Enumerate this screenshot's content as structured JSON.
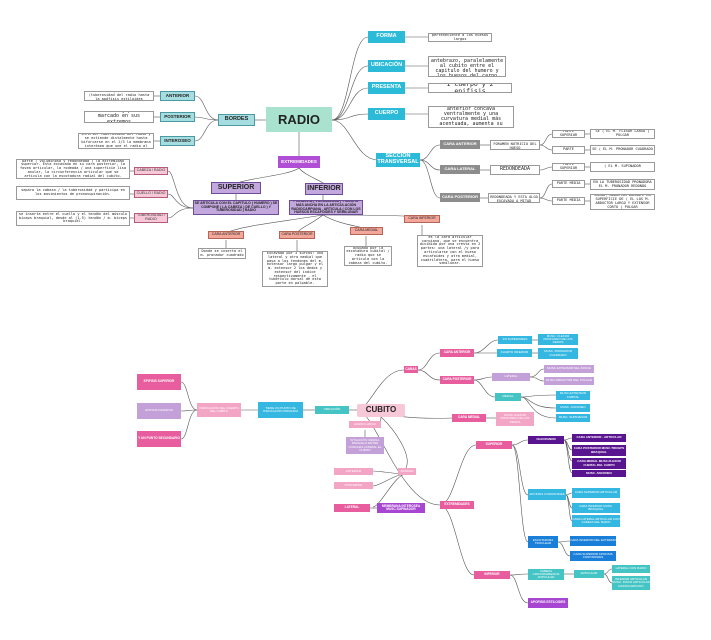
{
  "radio": {
    "title": "RADIO",
    "bordes": "BORDES",
    "anterior": "ANTERIOR",
    "posterior": "POSTERIOR",
    "interoseo": "INTEROSEO",
    "anterior_desc": "desde la parte inferior (tuberosidad del radio hasta la apófisis estiloides",
    "posterior_desc": "Es romo y poco marcado en sus extremos",
    "interoseo_desc": "cortante, nace en la parte inferior tuberosidad del radio y se extiende distalmente hasta bifurcarse en el 1/3 la membrana interósea que une el radio al cúbito",
    "forma": "FORMA",
    "forma_desc": "perteneciente a los huesos largos",
    "ubicacion": "UBICACIÓN",
    "ubicacion_desc": "parte lateral del antebrazo, paralelamente al cubito entre el capitulo del humero y los huesos del carpo",
    "presenta": "PRESENTA",
    "presenta_desc": "1 cuerpo y 2 epifisis",
    "cuerpo": "CUERPO",
    "cuerpo_desc": "presenta una curvatura anterior cóncava ventralmente y una curvatura medial más acentuada, aumenta su dimensión distalmente.",
    "seccion": "SECCIÓN TRANSVERSAL",
    "cara_anterior": "CARA ANTERIOR",
    "cara_lateral": "CARA LATERAL",
    "cara_posterior": "CARA POSTERIOR",
    "ant_desc": "PLANA PRESENTA EL FORAMEN NUTRICIO DEL HUESO",
    "lat_desc": "REDONDEADA",
    "post_desc": "PARTE SUPERIOR REDONDEADA Y ESTA ALGO EXCAVADA A MITAD",
    "parte_superior_1": "PARTE SUPERIOR",
    "parte_1": "PARTE",
    "ps1_desc": "SE ( EL M. FLEXOR LARGO ) PULGAR",
    "p1_desc": "SE ( EL M. PRONADOR CUADRADO",
    "parte_superior_2": "PARTE SUPERIOR",
    "ps2_desc": "( EL M. SUPINADOR",
    "parte_media_1": "PARTE MEDIA",
    "pm1_desc": "EN LA TUBEROSIDAD PRONADORA EL M. PRONADOR REDONDO",
    "parte_media_2": "PARTE MEDIA",
    "pm2_desc": "LARGO, ABDUCTOR DURANTE LA SUPERFICIE DE ( EL LOS M. ABDUCTOR LARGO Y EXTENSOR CORTO ) PULGAR",
    "extremidades": "EXTREMIDADES",
    "superior": "SUPERIOR",
    "inferior": "INFERIOR",
    "superior_desc": "SE ARTICULA CON EL CAPITULO ( HUMERO ) SE COMPONE ( LA CABEZA ) DE CUELLO ) Y TUBEROSIDAD ) RADIO",
    "inferior_desc": "PRESENTA ( VOLUMINOSA ) Y MUCHO MÁS ANCHA EN LA ARTICULACIÓN RADIOCARPIANA , ARTICULA ( CON LOS HUESOS ESCAFOIDES Y SEMILUNAR",
    "cabeza": "CABEZA / RADIO",
    "cuello": "CUELLO / RADIO",
    "tuberosidad": "TUBEROSIDAD / RADIO",
    "cabeza_desc": "parte ( voluminosa y redondeada ) la extremidad superior. Esta excavada en su cara posterior, la fovea articular, la rodeada / una superficie lisa anular, la circunferencia articular que se articula con la escotadura radial del cubito.",
    "cuello_desc": "separa la cabeza / la tuberosidad y participa en los movimientos de pronosupinación.",
    "tuberosidad_desc": "se inserta entre el cuello y el tendón del músculo bíceps braquial, desde al (1.5) tendón / m. bíceps braquial.",
    "ci_anterior": "CARA ANTERIOR",
    "ci_posterior": "CARA POSTERIOR",
    "ci_medial": "CARA MEDIAL",
    "ci_inferior": "CARA INFERIOR",
    "ci_anterior_desc": "Donde se inserta  el m. pronador cuadrado",
    "ci_posterior_desc": "Excavado por 3 surcos: uno lateral y otro medial que pasa a los tendones del m. extensor largo pulgar y el m. extensor 2 los dedos y extensor del índice respectivamente , el tubérculo dorsal de esta parte en palpable.",
    "ci_medial_desc": "ocupado por la escotadura cubital / radio que se articula con la cabeza del cubito.",
    "ci_inferior_desc": "es la cara articular carpiana, que se encuentra dividida por una cresta en 2 partes: una lateral /y para articularse con el hueso escafoides y otra medial, cuadrilátera, para el hueso semilunar."
  },
  "cubito": {
    "title": "CUBITO",
    "ubicacion": "UBICACIÓN",
    "ubic_desc": "TIENE UN PUNTO DE OSIFICACIÓN PRIMARIO",
    "ubic_sub": "OSIFICACIÓN DEL CUERPO DEL CUBITO",
    "epi_sup": "EPIFISIS SUPERIOR",
    "epi_inf": "EPIFISIS INFERIOR",
    "punto_sec": "Y UN PUNTO SECUNDARIO",
    "hueso_largo": "HUESO LARGO",
    "situacion": "SITUACIÓN: MEDIAL PARALELO ENTRE CODOLES LATERAL EL CUBITO",
    "bordes": "BORDES",
    "b_anterior": "ANTERIOR",
    "b_posterior": "POSTERIOR",
    "b_lateral": "LATERAL",
    "membrana": "MEMBRANA INTEROSEA MUSC.SUPINADOR",
    "caras": "CARAS",
    "c_anterior": "CARA ANTERIOR",
    "c_posterior": "CARA POSTERIOR",
    "c_medial": "CARA MEDIAL",
    "ant_2_3": "2/3 SUPERIORES",
    "ant_1_4": "CUARTO INFERIOR",
    "ant_2_3_desc": "MUSC. FLEXOR PROFUNDO DE LOS DEDOS",
    "ant_1_4_desc": "MUSC. PRONADOR CUADRADO",
    "lateral": "LATERAL",
    "medial": "MEDIAL",
    "lat_d1": "MUSC.EXTENSOR DEL ÍNDICE",
    "lat_d2": "MUSC.ABDUCTOR DEL PULGAR",
    "med_d1": "MUSC.EXTENSOR CUBITAL",
    "med_d2": "MUSC. ANCONEO",
    "med_d3": "MUSC. SUPINADOR",
    "medial_desc": "MUSC.FLEXOR PROFUNDO DE LOS DEDOS",
    "extremidades": "EXTREMIDADES",
    "superior": "SUPERIOR",
    "olecranon": "OLECRANON",
    "ol_d1": "CARA ANTERIOR - ARTICULAR",
    "ol_d2": "CARA POSTERIOR MUSC.TRICEPS BRAQUIAL",
    "ol_d3": "CARA MEDIAL MUSC.FLEXOR CUBITAL DEL CARPO",
    "ol_d4": "MUSC. ANCONEO",
    "coronoides": "APOFISIS CORONOIDES",
    "co_d1": "CARA SUPERIOR ARTICULAR",
    "co_d2": "CARA INFERIOR MUSC. BRAQUIAL",
    "co_d3": "CARA LATERAL ARTICULAR CON CABEZA DEL RADIO",
    "troclear": "ESCOTADURA TROCLEAR",
    "tr_d1": "CARA INFERIOR DEL EXTREMO",
    "tr_d2": "CARA SUPERIOR APOFISIS CORONOIDES",
    "inferior": "INFERIOR",
    "cabeza": "CABEZA CIRCUNFERENCIA ARTICULAR",
    "articular": "ARTICULAR",
    "art_d1": "LATERAL CON RADIO",
    "art_d2": "INFERIOR ARTICULAR MUSC. DISCO ARTICULAR RADIOCARPIANO",
    "estiloides": "APOFISIS ESTILOIDES"
  }
}
